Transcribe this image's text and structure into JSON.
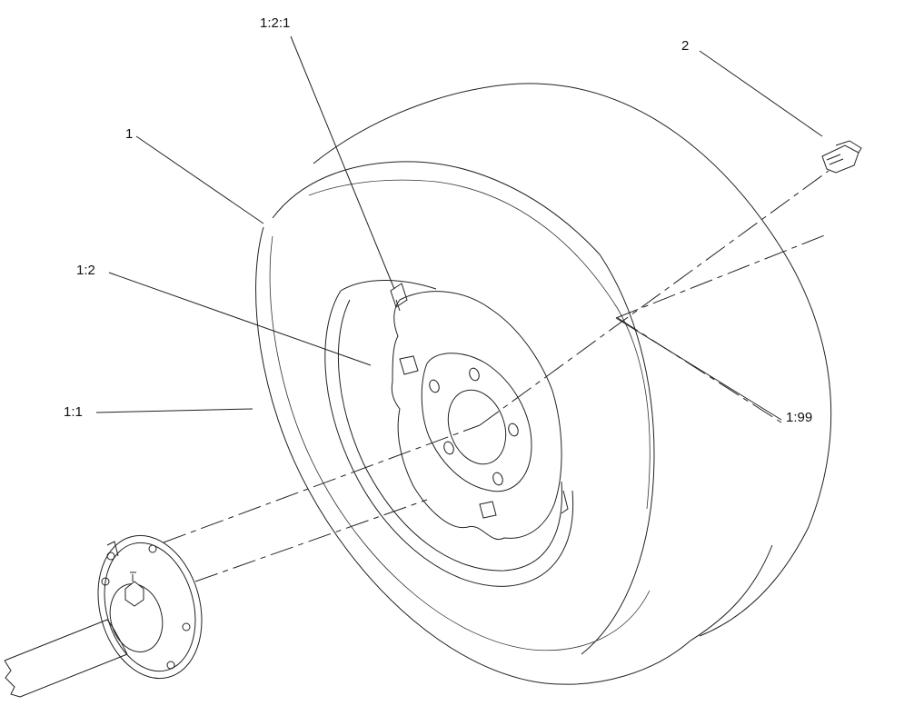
{
  "callouts": {
    "part_1": "1",
    "part_1_2_1": "1:2:1",
    "part_2": "2",
    "part_1_2": "1:2",
    "part_1_1": "1:1",
    "part_1_99": "1:99"
  },
  "colors": {
    "line": "#222222",
    "background": "#ffffff"
  }
}
